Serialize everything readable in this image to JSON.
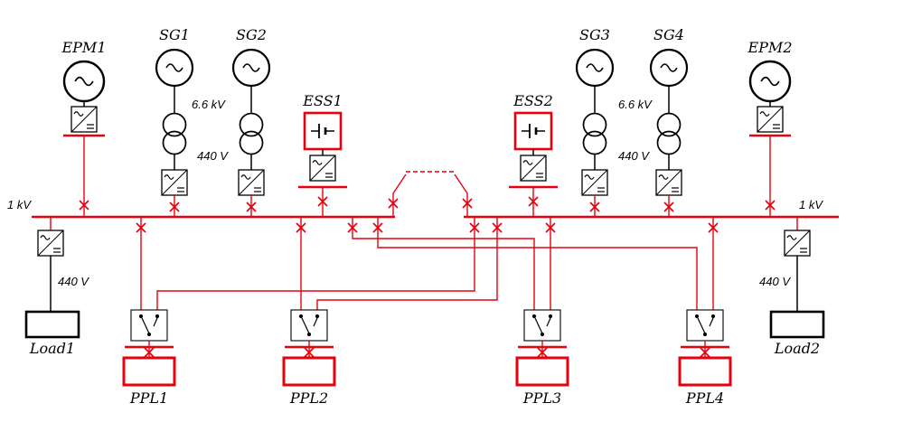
{
  "page": {
    "background": "#ffffff"
  },
  "diagram": {
    "type": "shipboard-power-system-single-line-diagram",
    "colors": {
      "primary_line_red": "#e8000d",
      "secondary_line_black": "#000000"
    },
    "labels": {
      "epm1": "EPM1",
      "epm2": "EPM2",
      "sg1": "SG1",
      "sg2": "SG2",
      "sg3": "SG3",
      "sg4": "SG4",
      "ess1": "ESS1",
      "ess2": "ESS2",
      "load1": "Load1",
      "load2": "Load2",
      "ppl1": "PPL1",
      "ppl2": "PPL2",
      "ppl3": "PPL3",
      "ppl4": "PPL4"
    },
    "voltages": {
      "bus_left": "1 kV",
      "bus_right": "1 kV",
      "gen_hv_left": "6.6 kV",
      "gen_lv_left": "440 V",
      "gen_hv_right": "6.6 kV",
      "gen_lv_right": "440 V",
      "load1": "440 V",
      "load2": "440 V"
    }
  }
}
